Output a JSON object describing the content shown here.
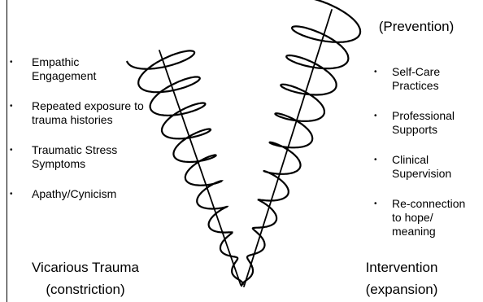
{
  "prevention_label": "(Prevention)",
  "left_items": [
    {
      "text": "Empathic Engagement"
    },
    {
      "text": "Repeated exposure to trauma histories"
    },
    {
      "text": "Traumatic Stress Symptoms"
    },
    {
      "text": "Apathy/Cynicism"
    }
  ],
  "right_items": [
    {
      "text": "Self-Care Practices"
    },
    {
      "text": "Professional Supports"
    },
    {
      "text": "Clinical Supervision"
    },
    {
      "text": "Re-connection to hope/ meaning"
    }
  ],
  "vicarious": {
    "title": "Vicarious Trauma",
    "subtitle": "(constriction)"
  },
  "intervention": {
    "title": "Intervention",
    "subtitle": "(expansion)"
  },
  "bullet_char": "•"
}
